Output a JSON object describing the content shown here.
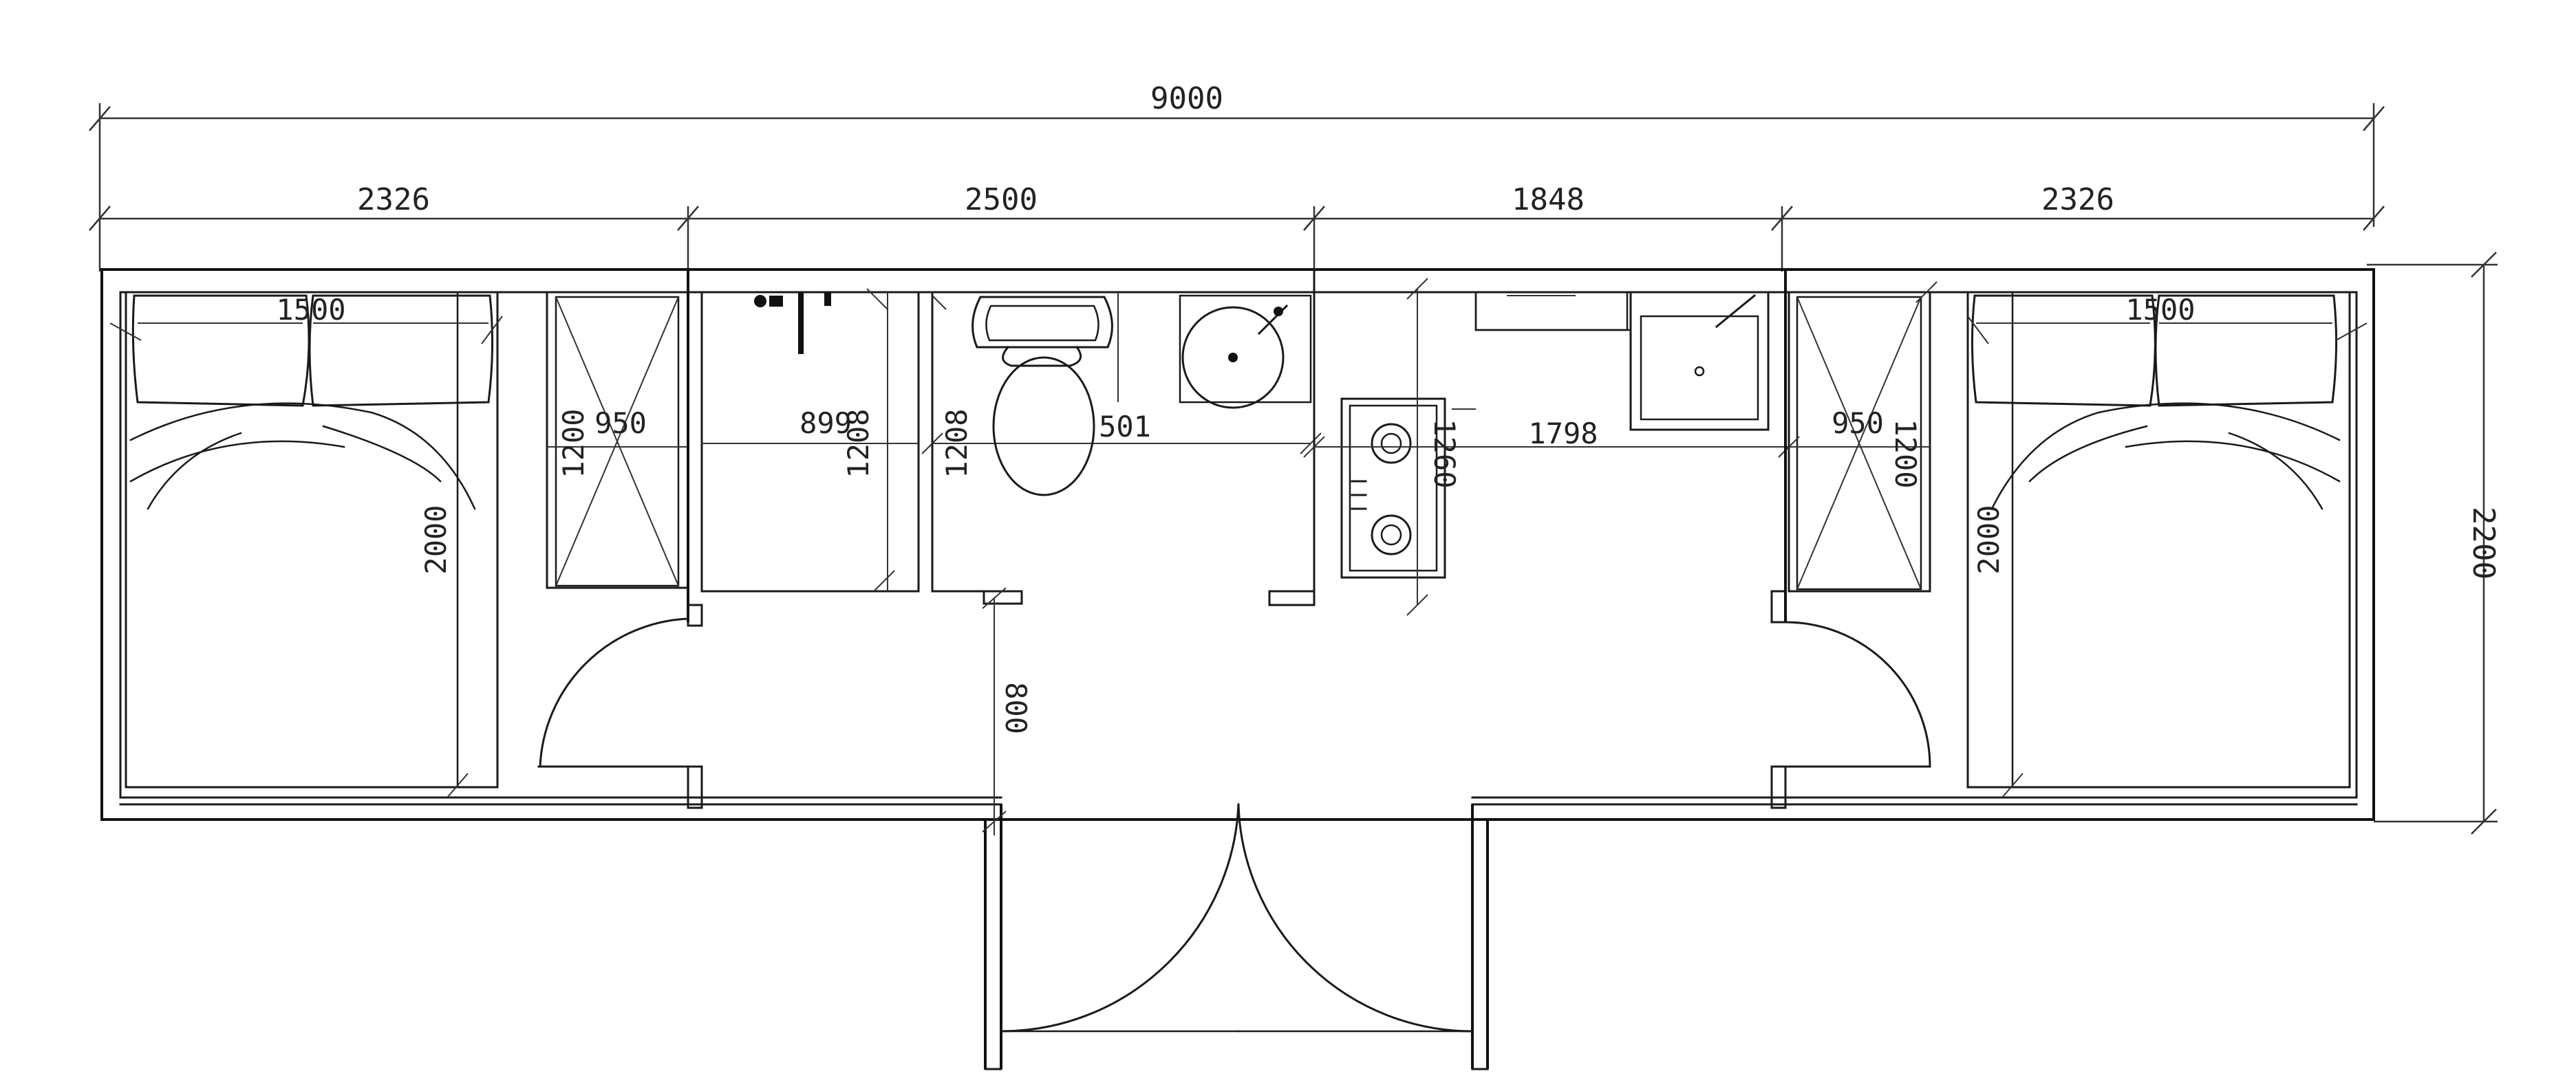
{
  "dimensions": {
    "overall_width": "9000",
    "segments": [
      "2326",
      "2500",
      "1848",
      "2326"
    ],
    "overall_depth": "2200"
  },
  "room_labels": {
    "bed_left_width": "1500",
    "bed_left_length": "2000",
    "wardrobe_left_depth": "1200",
    "wardrobe_left_width": "950",
    "shower_width": "899",
    "shower_depth": "1208",
    "toilet_depth": "1208",
    "toilet_width": "501",
    "cooktop_depth": "1260",
    "kitchen_counter": "1798",
    "wardrobe_right_width": "950",
    "wardrobe_right_depth": "1200",
    "bed_right_width": "1500",
    "bed_right_length": "2000",
    "corridor_width": "800"
  }
}
